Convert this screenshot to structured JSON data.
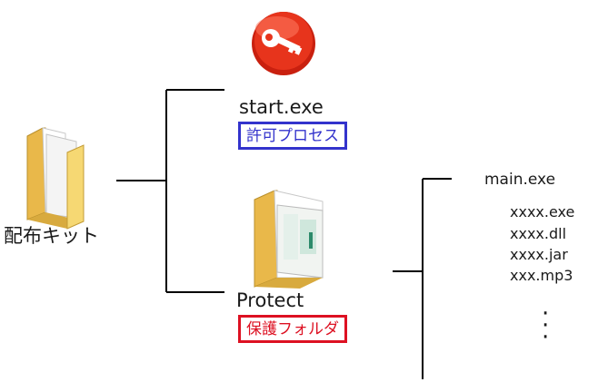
{
  "nodes": {
    "kit_label": "配布キット",
    "start_exe": "start.exe",
    "allowed_process_tag": "許可プロセス",
    "protect_label": "Protect",
    "protected_folder_tag": "保護フォルダ",
    "main_exe": "main.exe",
    "files": [
      "xxxx.exe",
      "xxxx.dll",
      "xxxx.jar",
      "xxx.mp3"
    ]
  },
  "colors": {
    "allowed_tag_border": "#3333cc",
    "allowed_tag_text": "#3333cc",
    "protected_tag_border": "#dd1122",
    "protected_tag_text": "#dd1122",
    "key_icon": "#e02a1a",
    "folder": "#f2cc5a",
    "connector": "#000000"
  },
  "icons": {
    "kit": "folder-icon",
    "start": "red-key-icon",
    "protect": "protected-folder-icon"
  }
}
